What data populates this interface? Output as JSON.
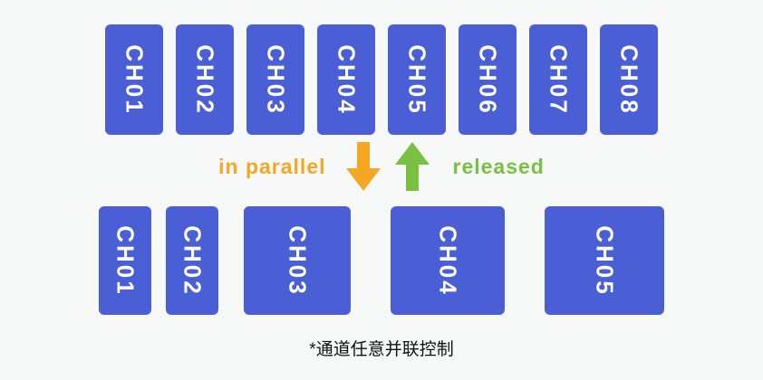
{
  "colors": {
    "background": "#f7f8f8",
    "box_blue": "#4a5fd6",
    "arrow_orange": "#f5a623",
    "arrow_green": "#7ac143",
    "caption_ink": "#111111"
  },
  "top_row": {
    "channels": [
      "CH01",
      "CH02",
      "CH03",
      "CH04",
      "CH05",
      "CH06",
      "CH07",
      "CH08"
    ]
  },
  "middle": {
    "left_label": "in parallel",
    "right_label": "released",
    "down_arrow_icon": "arrow-down-icon",
    "up_arrow_icon": "arrow-up-icon"
  },
  "bottom_row": {
    "channels": [
      "CH01",
      "CH02",
      "CH03",
      "CH04",
      "CH05"
    ],
    "merged_note": "CH03, CH04, CH05 are wider merged channel blocks"
  },
  "caption": "*通道任意并联控制"
}
